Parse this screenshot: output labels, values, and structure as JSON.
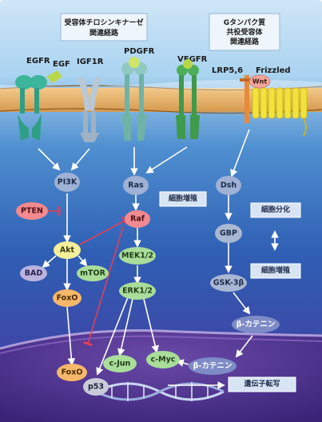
{
  "titles": {
    "rtk": [
      "受容体チロシンキナーゼ",
      "関連経路"
    ],
    "gpcr": [
      "Gタンパク質",
      "共役受容体",
      "関連経路"
    ]
  },
  "receptors": {
    "egfr": "EGFR",
    "egf": "EGF",
    "igf1r": "IGF1R",
    "pdgfr": "PDGFR",
    "vegfr": "VEGFR",
    "lrp56": "LRP5,6",
    "frizzled": "Frizzled",
    "wnt": "Wnt"
  },
  "nodes": {
    "pi3k": "PI3K",
    "ras": "Ras",
    "dsh": "Dsh",
    "pten": "PTEN",
    "raf": "Raf",
    "akt": "Akt",
    "bad": "BAD",
    "mtor": "mTOR",
    "mek": "MEK1/2",
    "foxo1": "FoxO",
    "erk": "ERK1/2",
    "gbp": "GBP",
    "gsk": "GSK-3β",
    "foxo2": "FoxO",
    "cjun": "c-Jun",
    "cmyc": "c-Myc",
    "p53": "p53",
    "bcat1": "β-カテニン",
    "bcat2": "β-カテニン"
  },
  "boxes": {
    "prolif1": "細胞増殖",
    "diff": "細胞分化",
    "prolif2": "細胞増殖",
    "transcription": "遺伝子転写"
  },
  "colors": {
    "pi3k": "#9fb1d4",
    "ras": "#9fb1d4",
    "dsh": "#9fb1d4",
    "pten": "#f28a8f",
    "raf": "#f28a8f",
    "akt": "#f3ef9a",
    "bad": "#b9b4de",
    "mtor": "#a9dd9a",
    "mek": "#a9dd9a",
    "erk": "#a9dd9a",
    "foxo": "#f5b86a",
    "gbp": "#a9b8d2",
    "gsk": "#a9b8d2",
    "cjun": "#a9dd9a",
    "cmyc": "#a9dd9a",
    "p53": "#c9ccd8",
    "bcat": "#7e8bc6",
    "wnt": "#f2a59a",
    "frizzled": "#f2e23c",
    "inhibit": "#e0405a"
  }
}
